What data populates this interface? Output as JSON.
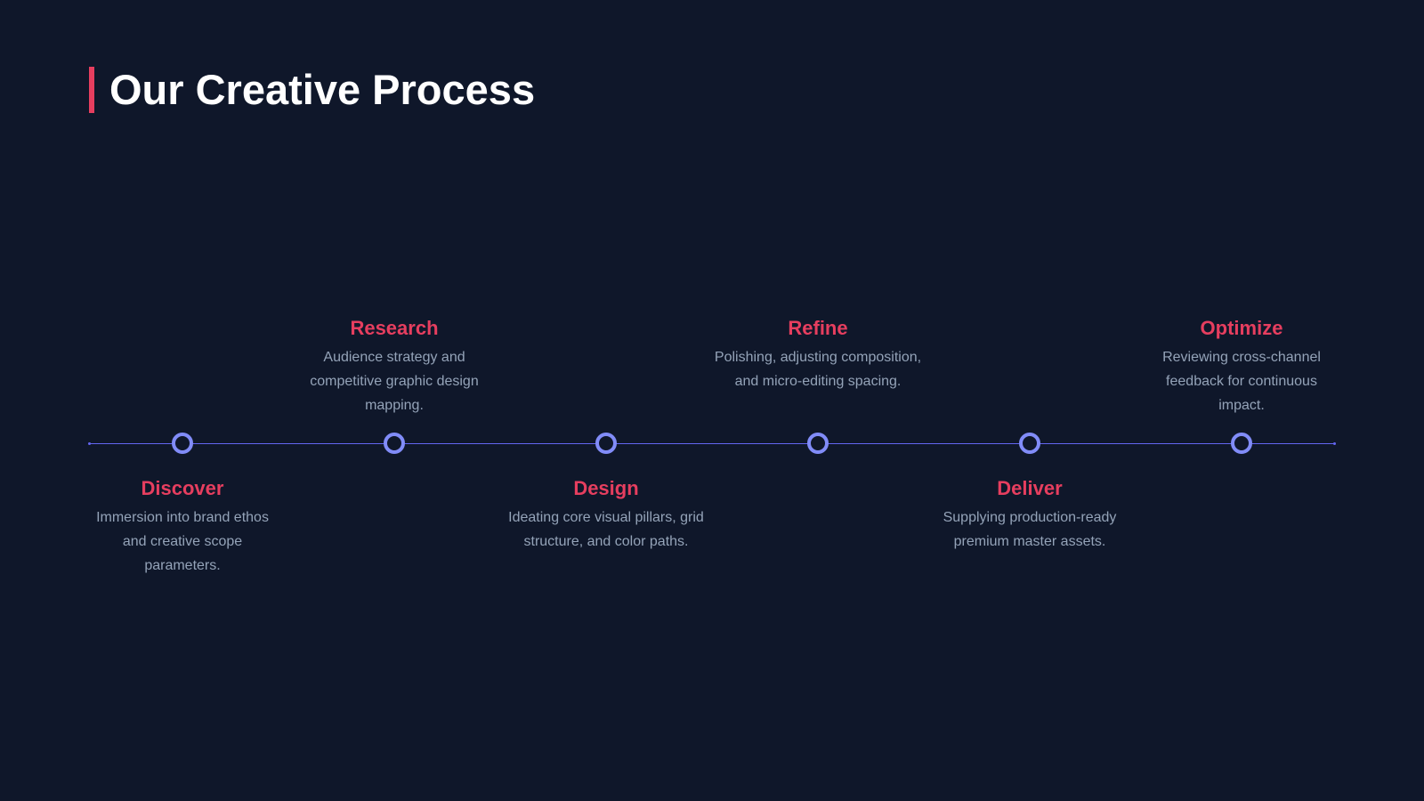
{
  "title": "Our Creative Process",
  "colors": {
    "background": "#0f172a",
    "accent": "#e63e5f",
    "node": "#818cf8",
    "line": "#6366f1",
    "text": "#ffffff",
    "muted": "#94a3b8"
  },
  "steps": [
    {
      "title": "Discover",
      "description": "Immersion into brand ethos and creative scope parameters.",
      "position": "below"
    },
    {
      "title": "Research",
      "description": "Audience strategy and competitive graphic design mapping.",
      "position": "above"
    },
    {
      "title": "Design",
      "description": "Ideating core visual pillars, grid structure, and color paths.",
      "position": "below"
    },
    {
      "title": "Refine",
      "description": "Polishing, adjusting composition, and micro-editing spacing.",
      "position": "above"
    },
    {
      "title": "Deliver",
      "description": "Supplying production-ready premium master assets.",
      "position": "below"
    },
    {
      "title": "Optimize",
      "description": "Reviewing cross-channel feedback for continuous impact.",
      "position": "above"
    }
  ]
}
